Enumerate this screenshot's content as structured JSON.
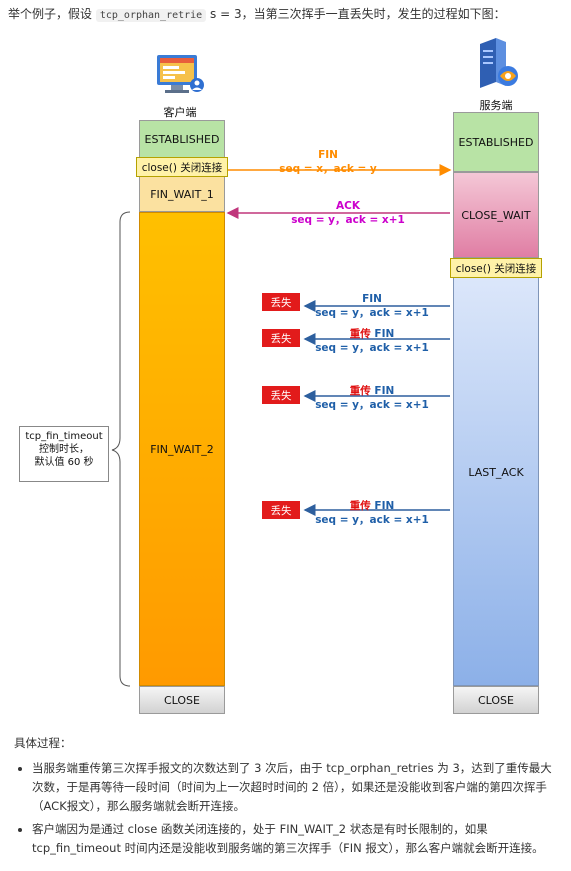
{
  "intro": {
    "prefix": "举个例子，假设",
    "code": "tcp_orphan_retrie",
    "suffix": "s = 3，当第三次挥手一直丢失时，发生的过程如下图："
  },
  "diagram": {
    "client_label": "客户端",
    "server_label": "服务端",
    "client_states": {
      "established": "ESTABLISHED",
      "close_call": "close() 关闭连接",
      "fin_wait_1": "FIN_WAIT_1",
      "fin_wait_2": "FIN_WAIT_2",
      "closed": "CLOSE"
    },
    "server_states": {
      "established": "ESTABLISHED",
      "close_wait": "CLOSE_WAIT",
      "close_call": "close() 关闭连接",
      "last_ack": "LAST_ACK",
      "closed": "CLOSE"
    },
    "messages": [
      {
        "title": "FIN",
        "detail": "seq = x，ack = y"
      },
      {
        "title": "ACK",
        "detail": "seq = y，ack = x+1"
      },
      {
        "title": "FIN",
        "detail": "seq = y，ack = x+1"
      },
      {
        "title_prefix": "重传",
        "title": "FIN",
        "detail": "seq = y，ack = x+1"
      },
      {
        "title_prefix": "重传",
        "title": "FIN",
        "detail": "seq = y，ack = x+1"
      },
      {
        "title_prefix": "重传",
        "title": "FIN",
        "detail": "seq = y，ack = x+1"
      }
    ],
    "lost_label": "丢失",
    "timeout_note": {
      "line1": "tcp_fin_timeout",
      "line2": "控制时长，",
      "line3": "默认值 60 秒"
    },
    "colors": {
      "fin1": "#ff8c00",
      "ack": "#cc00cc",
      "fin_blue": "#1f5fa8",
      "retrans": "#e01010",
      "lost": "#e21b1b"
    }
  },
  "process": {
    "heading": "具体过程：",
    "items": [
      "当服务端重传第三次挥手报文的次数达到了 3 次后，由于 tcp_orphan_retries 为 3，达到了重传最大次数，于是再等待一段时间（时间为上一次超时时间的 2 倍），如果还是没能收到客户端的第四次挥手（ACK报文），那么服务端就会断开连接。",
      "客户端因为是通过 close 函数关闭连接的，处于 FIN_WAIT_2 状态是有时长限制的，如果 tcp_fin_timeout 时间内还是没能收到服务端的第三次挥手（FIN 报文），那么客户端就会断开连接。"
    ]
  }
}
